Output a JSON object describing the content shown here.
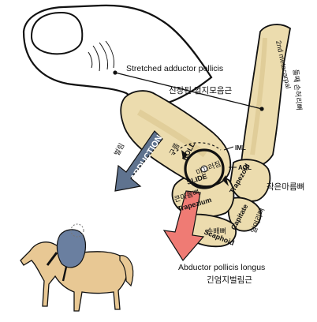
{
  "colors": {
    "bone": "#ecdcae",
    "bone_shadow": "#d9c38b",
    "abduction_arrow": "#5f738f",
    "muscle_arrow": "#ef7b74",
    "horse": "#e8c894",
    "rider": "#6a7fa0",
    "outline": "#111111"
  },
  "labels": {
    "stretched_muscle_en": "Stretched adductor pollicis",
    "stretched_muscle_ko": "신장된 엄지모음근",
    "metacarpal_en": "2nd metacarpal",
    "metacarpal_ko": "둘째 손허리뼈",
    "abduction": "ABDUCTION",
    "abduction_ko": "벌림",
    "roll": "ROLL",
    "roll_ko": "구름",
    "slide": "SLIDE",
    "slide_ko": "미끄러짐",
    "iml": "IML",
    "aol": "AOL",
    "trapezium": "Trapezium",
    "trapezium_ko": "큰마름뼈",
    "trapezoid": "Trapezoid",
    "trapezoid_ko": "작은마름뼈",
    "capitate": "Capitate",
    "capitate_ko": "알머리뼈",
    "scaphoid": "Scaphoid",
    "scaphoid_ko": "손배뼈",
    "muscle_en": "Abductor pollicis longus",
    "muscle_ko": "긴엄지벌림근"
  },
  "icons": {
    "thumb": "thumb-outline-icon",
    "horse_rider": "horse-rider-icon"
  }
}
